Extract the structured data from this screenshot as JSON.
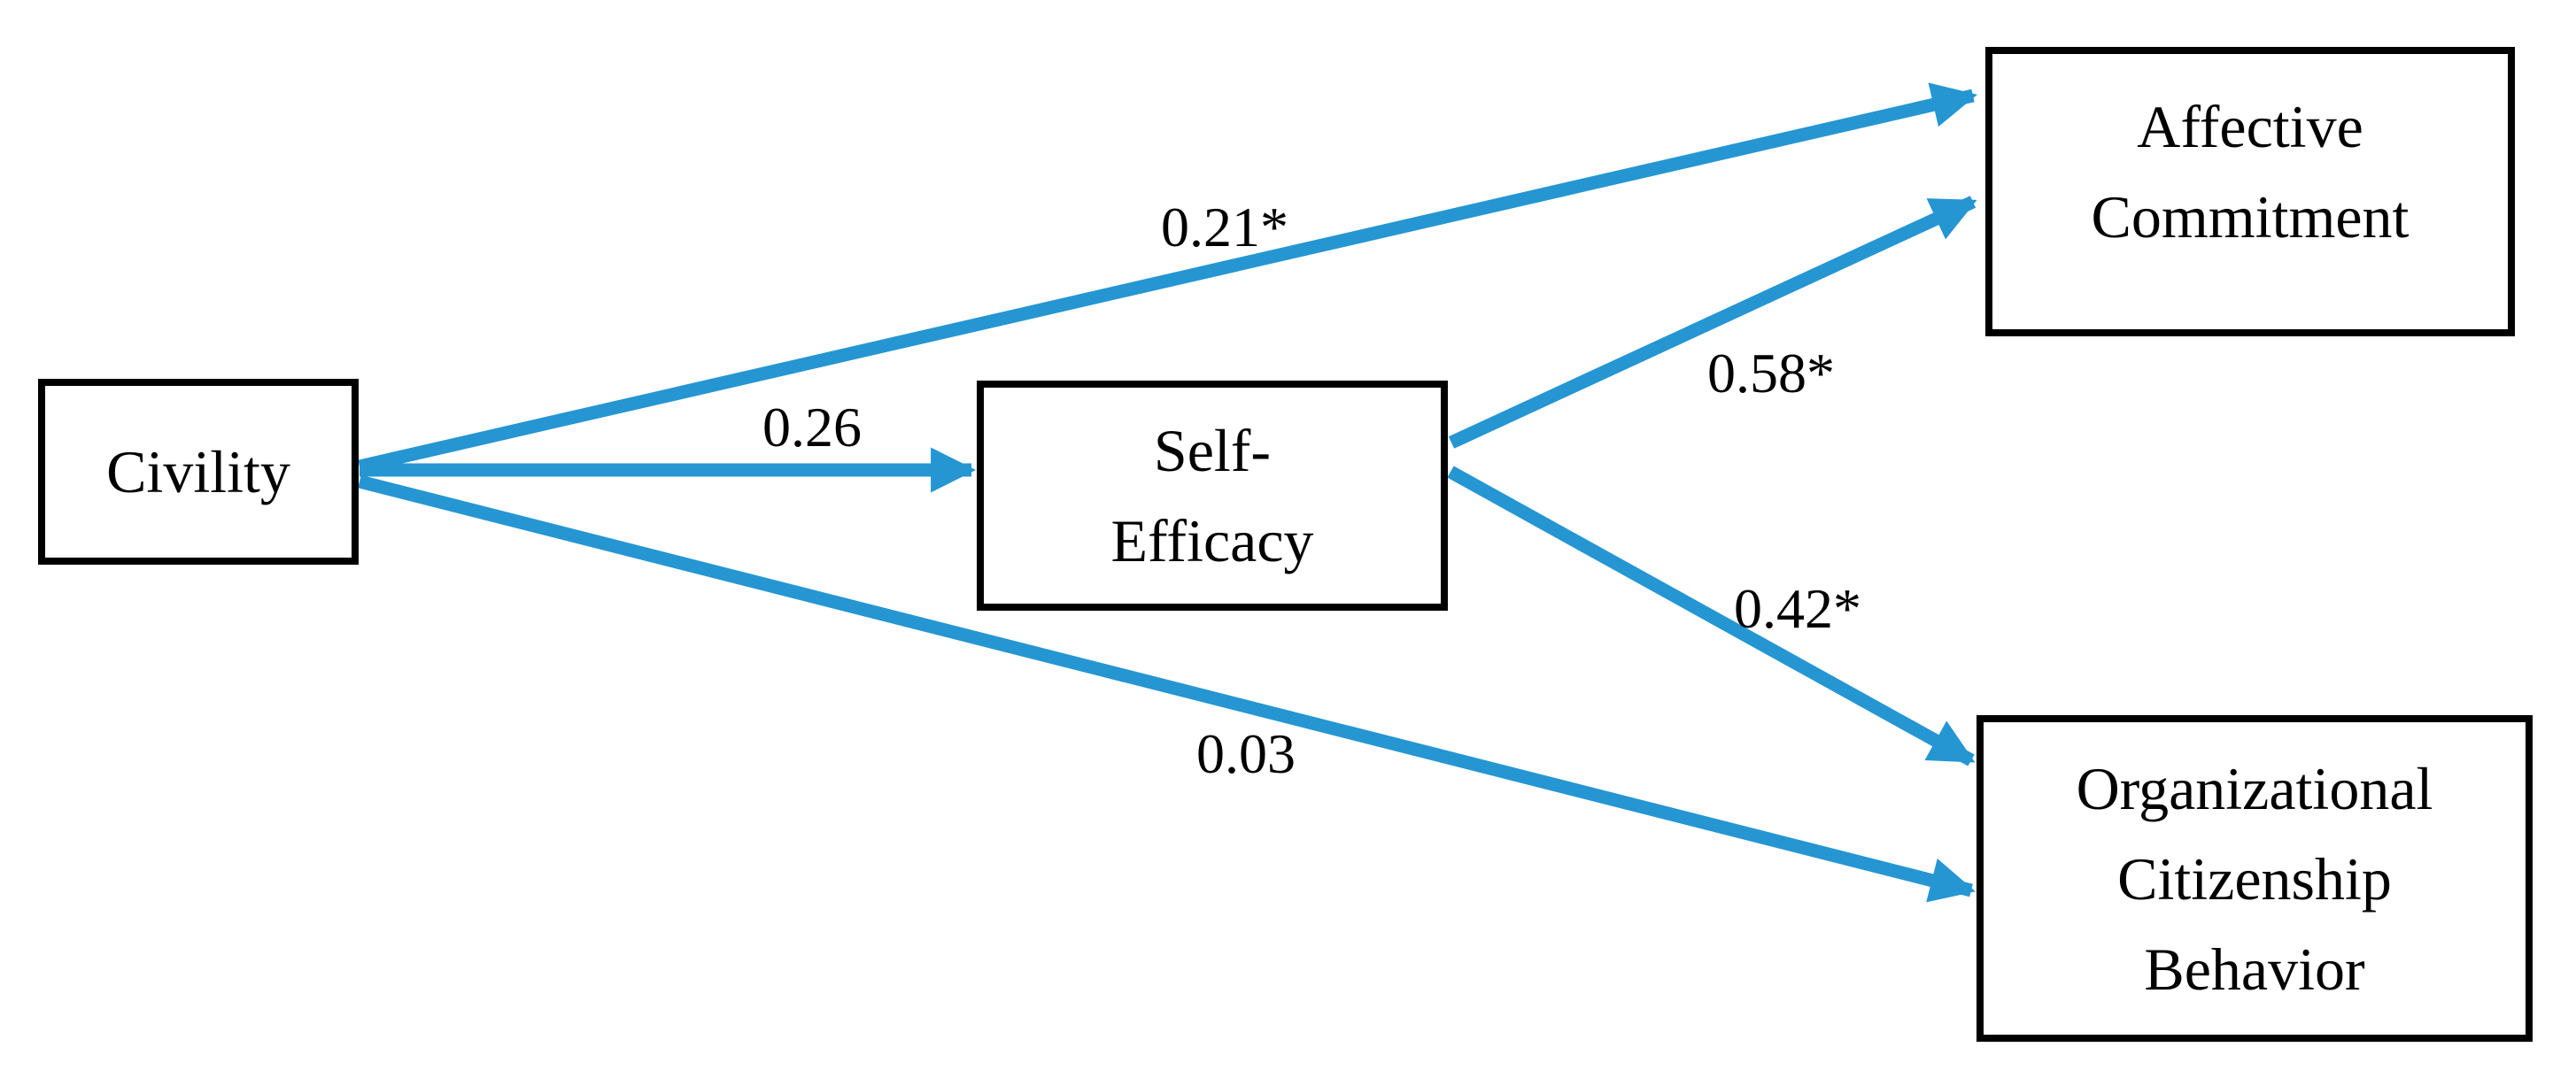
{
  "colors": {
    "arrow": "#2596D2",
    "border": "#000000",
    "text": "#000000",
    "background": "#ffffff"
  },
  "nodes": {
    "civility": {
      "label": "Civility"
    },
    "self_efficacy": {
      "label": "Self-\nEfficacy"
    },
    "affective_commitment": {
      "label": "Affective\nCommitment"
    },
    "organizational_citizenship_behavior": {
      "label": "Organizational\nCitizenship\nBehavior"
    }
  },
  "paths": [
    {
      "from": "civility",
      "to": "affective_commitment",
      "coefficient": "0.21*"
    },
    {
      "from": "civility",
      "to": "self_efficacy",
      "coefficient": "0.26"
    },
    {
      "from": "civility",
      "to": "organizational_citizenship_behavior",
      "coefficient": "0.03"
    },
    {
      "from": "self_efficacy",
      "to": "affective_commitment",
      "coefficient": "0.58*"
    },
    {
      "from": "self_efficacy",
      "to": "organizational_citizenship_behavior",
      "coefficient": "0.42*"
    }
  ]
}
